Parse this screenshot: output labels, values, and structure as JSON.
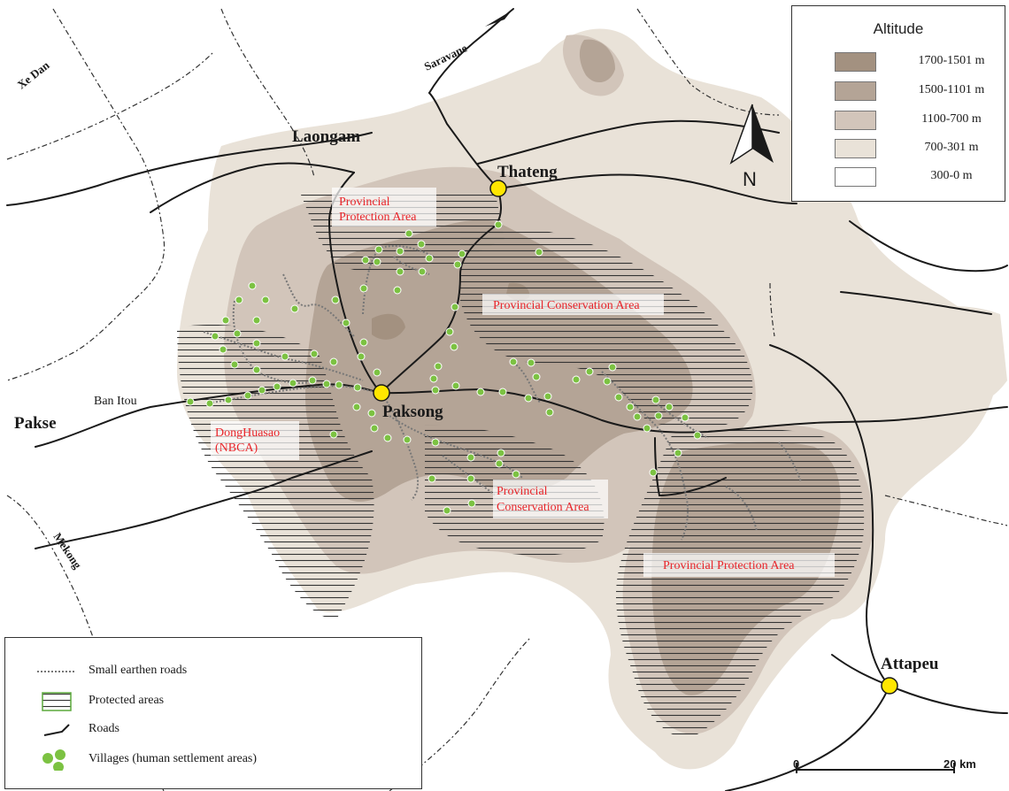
{
  "altitude_legend": {
    "title": "Altitude",
    "classes": [
      {
        "label": "1700-1501 m",
        "color": "#a39180"
      },
      {
        "label": "1500-1101 m",
        "color": "#b4a496"
      },
      {
        "label": "1100-700 m",
        "color": "#d2c5ba"
      },
      {
        "label": "700-301 m",
        "color": "#e9e2d8"
      },
      {
        "label": "300-0 m",
        "color": "#ffffff"
      }
    ]
  },
  "map_legend": {
    "items": [
      {
        "label": "Small earthen roads",
        "icon": "dotted-road-icon"
      },
      {
        "label": "Protected areas",
        "icon": "hatched-area-icon"
      },
      {
        "label": "Roads",
        "icon": "road-line-icon"
      },
      {
        "label": "Villages (human settlement areas)",
        "icon": "village-dots-icon"
      }
    ]
  },
  "places": {
    "laongam": "Laongam",
    "thateng": "Thateng",
    "paksong": "Paksong",
    "pakse": "Pakse",
    "ban_itou": "Ban Itou",
    "attapeu": "Attapeu"
  },
  "rivers": {
    "xe_dan": "Xe Dan",
    "saravane": "Saravane",
    "mekong": "Mekong"
  },
  "zones": {
    "prov_protection_1": "Provincial",
    "prov_protection_2": "Protection Area",
    "prov_conservation_north": "Provincial Conservation Area",
    "donghuasao_1": "DongHuasao",
    "donghuasao_2": "(NBCA)",
    "prov_conservation_south_1": "Provincial",
    "prov_conservation_south_2": "Conservation Area",
    "prov_protection_south": "Provincial Protection Area"
  },
  "north_arrow": {
    "label": "N",
    "icon": "north-arrow-icon"
  },
  "scale_bar": {
    "start": "0",
    "end": "20 km"
  },
  "colors": {
    "village": "#7cc242",
    "town": "#ffe600",
    "zone_text": "#e8262b"
  }
}
